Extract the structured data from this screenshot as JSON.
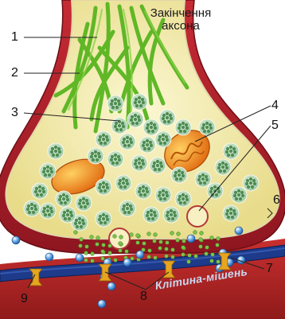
{
  "figure": {
    "title_line1": "Закінчення",
    "title_line2": "аксона",
    "target_cell_label": "Клітина-мішень",
    "callouts": [
      "1",
      "2",
      "3",
      "4",
      "5",
      "6",
      "7",
      "8",
      "9"
    ]
  },
  "colors": {
    "membrane_red": "#b0202a",
    "membrane_dark": "#7e1018",
    "cytoplasm": "#f3eeb2",
    "neurofilament": "#58b51f",
    "vesicle": "#5e9e63",
    "mitochondrion": "#f0901a",
    "target_membrane": "#1e3a8a",
    "receptor": "#e0a020",
    "ion_blue": "#2f7fd0"
  }
}
